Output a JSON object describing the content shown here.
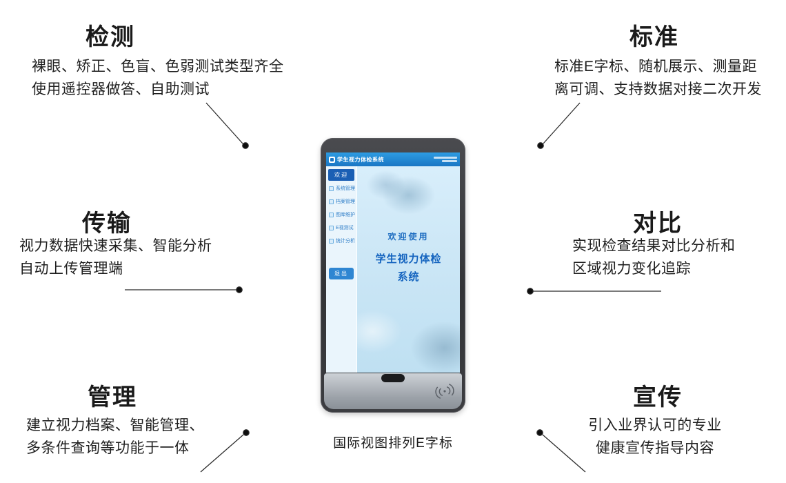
{
  "features": {
    "left": [
      {
        "title": "检测",
        "line1": "裸眼、矫正、色盲、色弱测试类型齐全",
        "line2": "使用遥控器做答、自助测试"
      },
      {
        "title": "传输",
        "line1": "视力数据快速采集、智能分析",
        "line2": "自动上传管理端"
      },
      {
        "title": "管理",
        "line1": "建立视力档案、智能管理、",
        "line2": "多条件查询等功能于一体"
      }
    ],
    "right": [
      {
        "title": "标准",
        "line1": "标准E字标、随机展示、测量距",
        "line2": "离可调、支持数据对接二次开发"
      },
      {
        "title": "对比",
        "line1": "实现检查结果对比分析和",
        "line2": "区域视力变化追踪"
      },
      {
        "title": "宣传",
        "line1": "引入业界认可的专业",
        "line2": "健康宣传指导内容"
      }
    ]
  },
  "device": {
    "header_title": "学生视力体检系统",
    "sidebar": {
      "welcome": "欢迎",
      "items": [
        "系统管理",
        "档案管理",
        "图库维护",
        "E视测试",
        "统计分析"
      ],
      "exit": "退出"
    },
    "screen": {
      "welcome": "欢迎使用",
      "system_name": "学生视力体检系统"
    },
    "caption": "国际视图排列E字标"
  },
  "colors": {
    "heading_text": "#1a1a1a",
    "body_text": "#1f1f1f",
    "connector": "#2b2b2b",
    "device_bezel": "#3a3b3e",
    "screen_header_blue": "#1f86d2",
    "screen_bg_blue": "#cfe8f6",
    "screen_accent_blue": "#1565c0"
  }
}
